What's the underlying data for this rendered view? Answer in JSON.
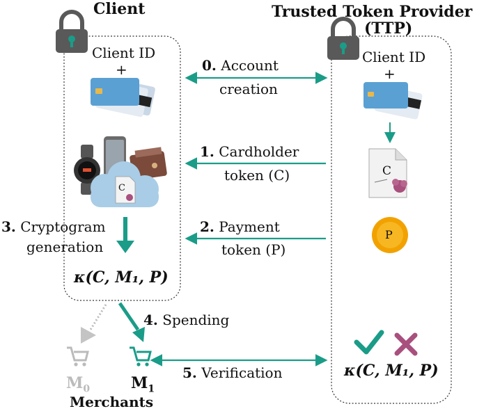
{
  "headers": {
    "client": "Client",
    "ttp_line1": "Trusted Token Provider",
    "ttp_line2": "(TTP)"
  },
  "client_box": {
    "client_id": "Client ID",
    "plus": "+",
    "token_letter": "C",
    "kappa": "κ(C, M₁, P)"
  },
  "ttp_box": {
    "client_id": "Client ID",
    "plus": "+",
    "cert_letter": "C",
    "coin_letter": "P",
    "kappa": "κ(C, M₁, P)"
  },
  "steps": [
    {
      "num": "0.",
      "line1": "Account",
      "line2": "creation"
    },
    {
      "num": "1.",
      "line1": "Cardholder",
      "line2": "token (C)"
    },
    {
      "num": "2.",
      "line1": "Payment",
      "line2": "token (P)"
    },
    {
      "num": "3.",
      "line1": "Cryptogram",
      "line2": "generation"
    },
    {
      "num": "4.",
      "line1": "Spending"
    },
    {
      "num": "5.",
      "line1": "Verification"
    }
  ],
  "merchants": {
    "m0": "M",
    "m0_sub": "0",
    "m1": "M",
    "m1_sub": "1",
    "title": "Merchants"
  },
  "colors": {
    "teal": "#1a9c88",
    "grey": "#bbbbbb",
    "check": "#1a9c88",
    "cross": "#a8507e",
    "coin": "#f2a200",
    "cloud": "#a9cde6",
    "card": "#5aa0d3",
    "lock": "#595959"
  },
  "icons": [
    "lock-icon",
    "credit-card-icon",
    "smartwatch-icon",
    "smartphone-icon",
    "wallet-icon",
    "cloud-icon",
    "certificate-icon",
    "coin-icon",
    "checkmark-icon",
    "cross-icon",
    "cart-icon"
  ]
}
